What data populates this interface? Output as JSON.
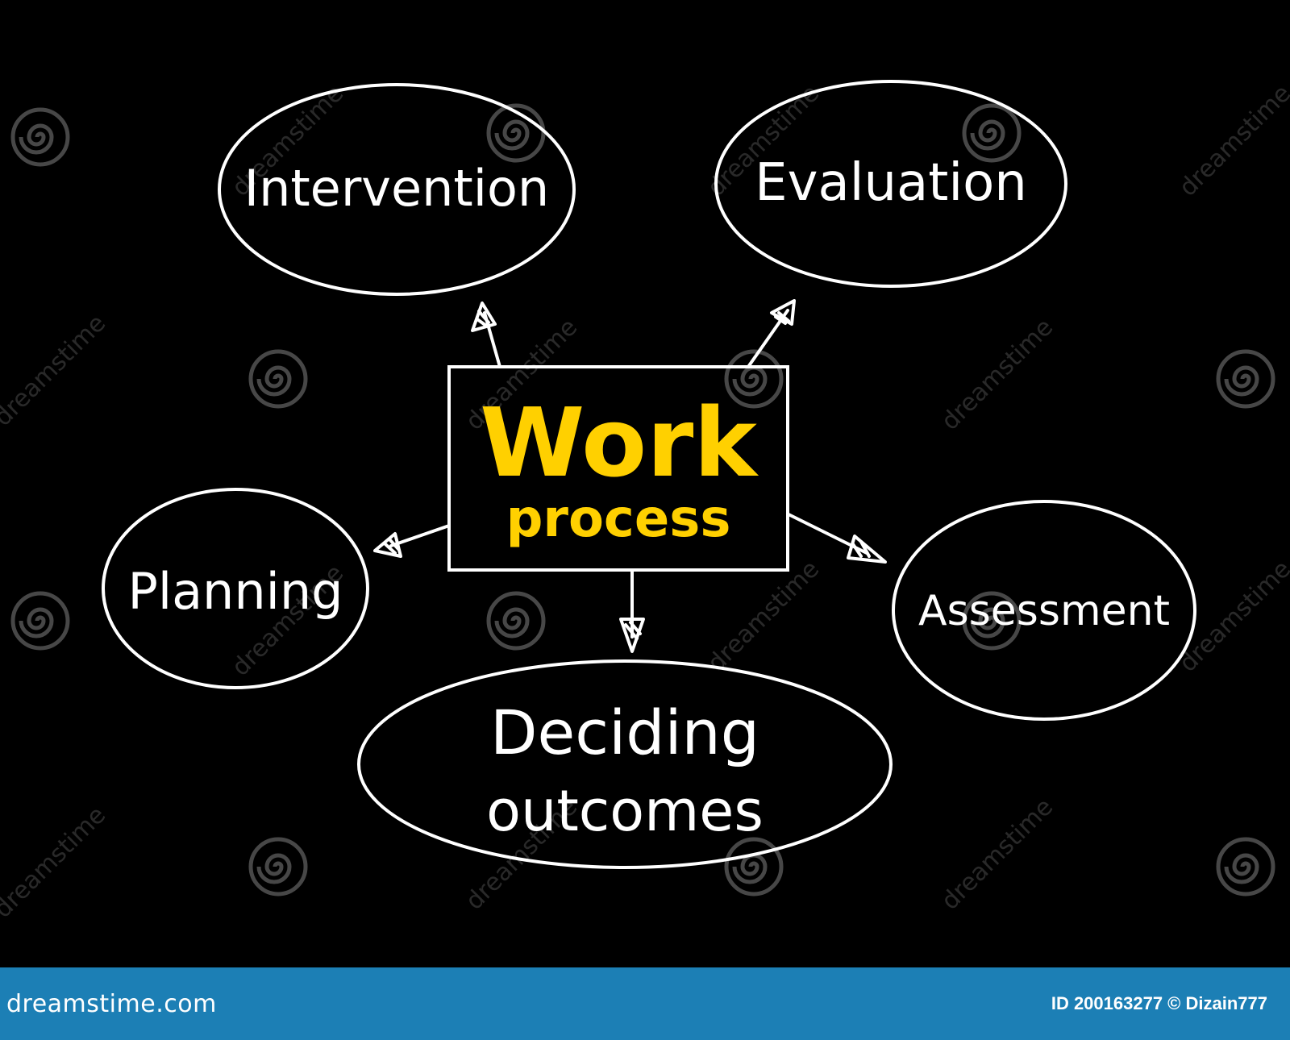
{
  "diagram": {
    "center": {
      "line1": "Work",
      "line2": "process"
    },
    "nodes": {
      "intervention": "Intervention",
      "evaluation": "Evaluation",
      "planning": "Planning",
      "assessment": "Assessment",
      "deciding_line1": "Deciding",
      "deciding_line2": "outcomes"
    }
  },
  "watermark": {
    "text": "dreamstime"
  },
  "footer": {
    "site": "dreamstime.com",
    "id_text": "ID 200163277 © Dizain777"
  },
  "colors": {
    "background": "#000000",
    "stroke": "#ffffff",
    "accent_yellow": "#ffd000",
    "footer_bar": "#1c7fb5"
  }
}
